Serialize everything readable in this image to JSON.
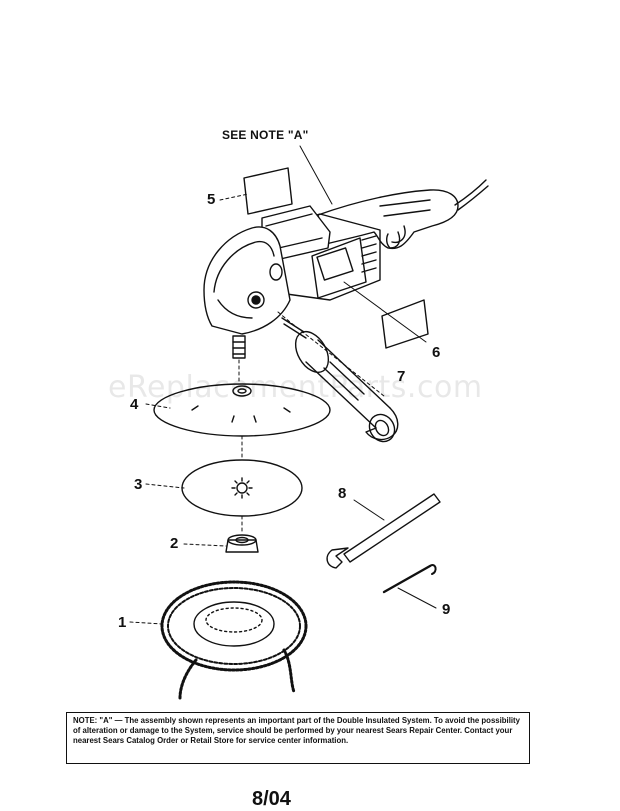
{
  "note_header": "SEE NOTE \"A\"",
  "watermark": "eReplacementParts.com",
  "callouts": [
    {
      "num": "1",
      "part": "bonnet"
    },
    {
      "num": "2",
      "part": "nut"
    },
    {
      "num": "3",
      "part": "pad"
    },
    {
      "num": "4",
      "part": "backing-plate"
    },
    {
      "num": "5",
      "part": "label"
    },
    {
      "num": "6",
      "part": "label"
    },
    {
      "num": "7",
      "part": "side-handle"
    },
    {
      "num": "8",
      "part": "spanner-wrench"
    },
    {
      "num": "9",
      "part": "hex-key"
    }
  ],
  "note_box": {
    "text": "NOTE: \"A\" — The assembly shown represents an important part of the Double Insulated System. To avoid the possibility of alteration or damage to the System, service should be performed by your nearest Sears Repair Center. Contact your nearest Sears Catalog Order or Retail Store for service center information."
  },
  "footer": "8/04"
}
